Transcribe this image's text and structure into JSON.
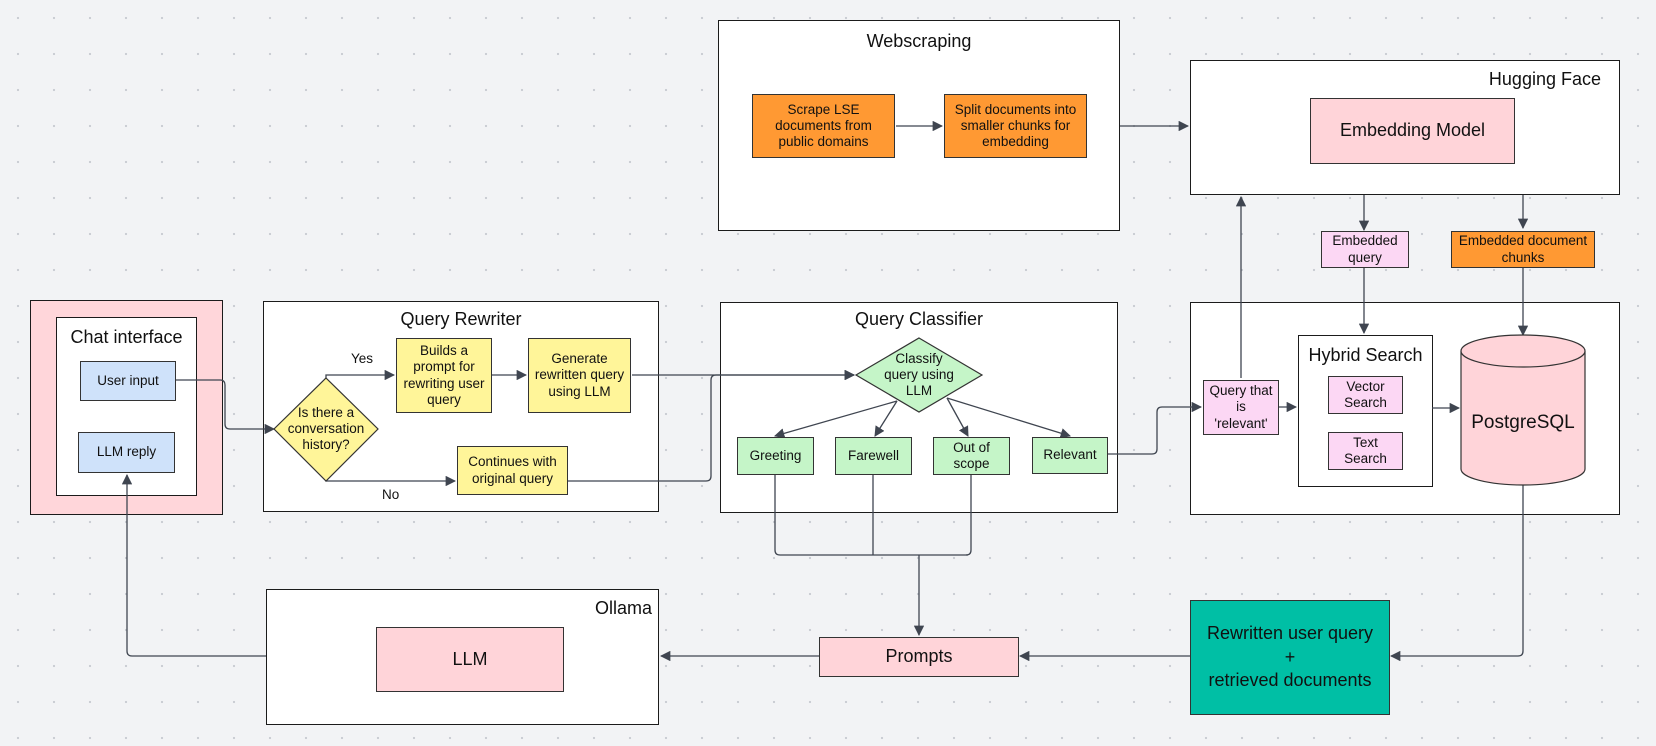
{
  "colors": {
    "scrape": "#ff9933",
    "rewriter": "#fff599",
    "chat": "#cfe2fa",
    "classifier": "#c5f5c8",
    "model": "#ffd4d9",
    "embedded_query": "#fcd7f4",
    "result": "#00bfa5",
    "chat_frame": "#ffd6da"
  },
  "webscraping": {
    "title": "Webscraping",
    "scrape": "Scrape LSE documents from public domains",
    "split": "Split documents into smaller chunks for embedding"
  },
  "hugging_face": {
    "title": "Hugging Face",
    "model": "Embedding Model"
  },
  "embedded_query": "Embedded query",
  "embedded_chunks": "Embedded document chunks",
  "chat": {
    "title": "Chat  interface",
    "user_input": "User input",
    "llm_reply": "LLM reply"
  },
  "rewriter": {
    "title": "Query Rewriter",
    "decision": "Is there a conversation history?",
    "yes": "Yes",
    "no": "No",
    "build_prompt": "Builds a prompt for rewriting user query",
    "generate": "Generate rewritten query using LLM",
    "continue": "Continues with original query"
  },
  "classifier": {
    "title": "Query Classifier",
    "classify": "Classify query using LLM",
    "greeting": "Greeting",
    "farewell": "Farewell",
    "out_of_scope": "Out of scope",
    "relevant": "Relevant"
  },
  "search": {
    "query_relevant": "Query that is 'relevant'",
    "hybrid_title": "Hybrid Search",
    "vector": "Vector Search",
    "text": "Text Search",
    "database": "PostgreSQL"
  },
  "ollama": {
    "title": "Ollama",
    "llm": "LLM"
  },
  "prompts": "Prompts",
  "result": {
    "line1": "Rewritten user query",
    "line2": "+",
    "line3": "retrieved documents"
  }
}
